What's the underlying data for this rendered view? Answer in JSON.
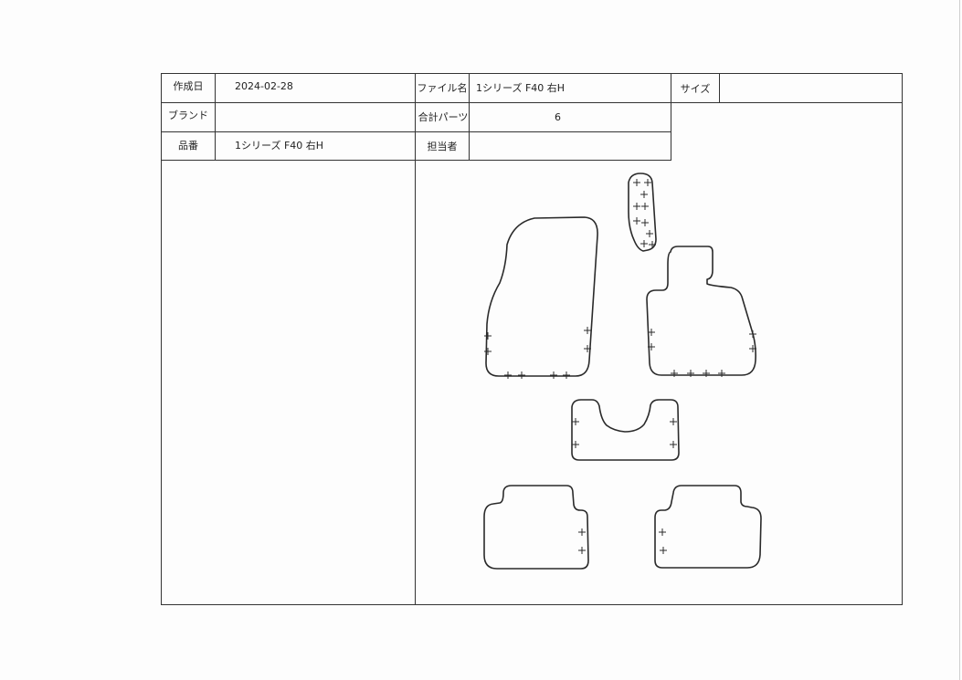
{
  "header": {
    "created_label": "作成日",
    "created_value": "2024-02-28",
    "file_label": "ファイル名",
    "file_value": "1シリーズ F40 右H",
    "size_label": "サイズ",
    "size_value": "",
    "brand_label": "ブランド",
    "brand_value": "",
    "parts_label": "合計パーツ",
    "parts_value": "6",
    "part_label": "品番",
    "part_value": "1シリーズ F40 右H",
    "owner_label": "担当者",
    "owner_value": ""
  },
  "drawing": {
    "stroke_color": "#2a2a2a",
    "piece_count": 6
  }
}
